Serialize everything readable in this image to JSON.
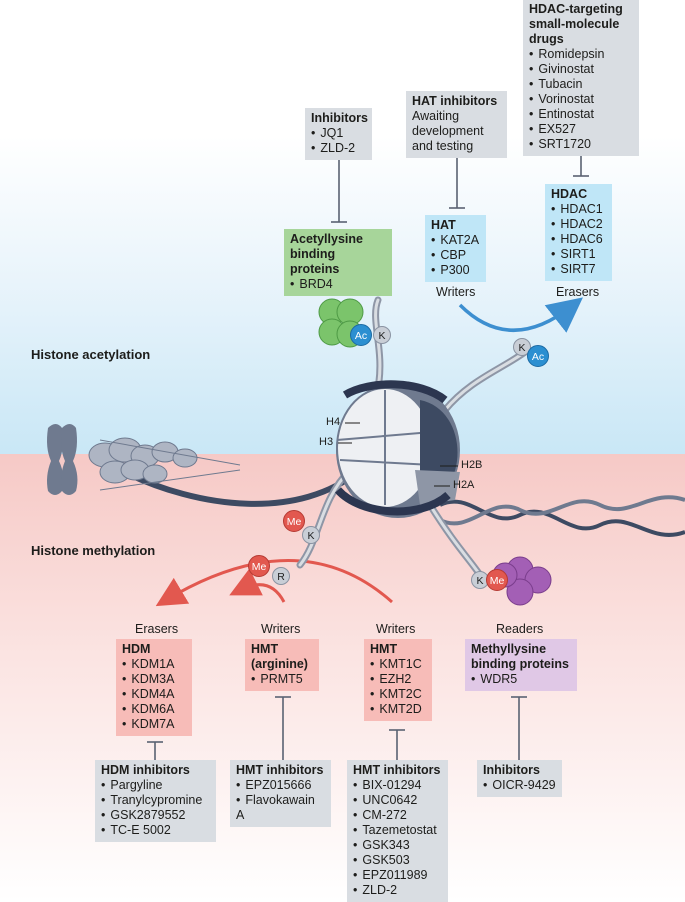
{
  "sections": {
    "acetylation": "Histone acetylation",
    "methylation": "Histone methylation"
  },
  "histones": {
    "h4": "H4",
    "h3": "H3",
    "h2b": "H2B",
    "h2a": "H2A"
  },
  "badges": {
    "ac": "Ac",
    "k": "K",
    "me": "Me",
    "r": "R"
  },
  "roles": {
    "readers": "Readers",
    "writers": "Writers",
    "erasers": "Erasers"
  },
  "acetyl_inhibitors": {
    "title": "Inhibitors",
    "items": [
      "JQ1",
      "ZLD-2"
    ]
  },
  "acetyllysine": {
    "title": "Acetyllysine binding proteins",
    "items": [
      "BRD4"
    ]
  },
  "hat_inhibitors": {
    "title": "HAT inhibitors",
    "note": "Awaiting development and testing"
  },
  "hat": {
    "title": "HAT",
    "items": [
      "KAT2A",
      "CBP",
      "P300"
    ]
  },
  "hdac_drugs": {
    "title": "HDAC-targeting small-molecule drugs",
    "items": [
      "Romidepsin",
      "Givinostat",
      "Tubacin",
      "Vorinostat",
      "Entinostat",
      "EX527",
      "SRT1720"
    ]
  },
  "hdac": {
    "title": "HDAC",
    "items": [
      "HDAC1",
      "HDAC2",
      "HDAC6",
      "SIRT1",
      "SIRT7"
    ]
  },
  "hdm": {
    "title": "HDM",
    "items": [
      "KDM1A",
      "KDM3A",
      "KDM4A",
      "KDM6A",
      "KDM7A"
    ]
  },
  "hmt_arg": {
    "title": "HMT (arginine)",
    "items": [
      "PRMT5"
    ]
  },
  "hmt": {
    "title": "HMT",
    "items": [
      "KMT1C",
      "EZH2",
      "KMT2C",
      "KMT2D"
    ]
  },
  "methyllysine": {
    "title": "Methyllysine binding proteins",
    "items": [
      "WDR5"
    ]
  },
  "hdm_inhibitors": {
    "title": "HDM inhibitors",
    "items": [
      "Pargyline",
      "Tranylcypromine",
      "GSK2879552",
      "TC-E 5002"
    ]
  },
  "hmt_arg_inhibitors": {
    "title": "HMT inhibitors",
    "items": [
      "EPZ015666",
      "Flavokawain A"
    ]
  },
  "hmt_inhibitors": {
    "title": "HMT inhibitors",
    "items": [
      "BIX-01294",
      "UNC0642",
      "CM-272",
      "Tazemetostat",
      "GSK343",
      "GSK503",
      "EPZ011989",
      "ZLD-2"
    ]
  },
  "methyl_inhibitors": {
    "title": "Inhibitors",
    "items": [
      "OICR-9429"
    ]
  },
  "colors": {
    "blue_box": "#bfe6f7",
    "green_box": "#a7d59a",
    "pink_box": "#f7bcb8",
    "purple_box": "#e0c8e6",
    "gray_box": "#d9dde2",
    "arrow_blue": "#3d8fd0",
    "arrow_red": "#e2584f"
  }
}
